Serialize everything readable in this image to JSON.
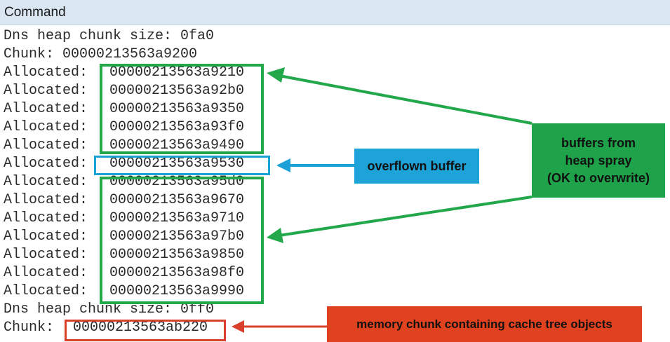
{
  "window": {
    "title": "Command"
  },
  "console": {
    "lines": [
      {
        "prefix": "Dns heap chunk size: 0fa0",
        "value": ""
      },
      {
        "prefix": "Chunk: 00000213563a9200",
        "value": ""
      },
      {
        "prefix": "Allocated:",
        "value": "00000213563a9210"
      },
      {
        "prefix": "Allocated:",
        "value": "00000213563a92b0"
      },
      {
        "prefix": "Allocated:",
        "value": "00000213563a9350"
      },
      {
        "prefix": "Allocated:",
        "value": "00000213563a93f0"
      },
      {
        "prefix": "Allocated:",
        "value": "00000213563a9490"
      },
      {
        "prefix": "Allocated:",
        "value": "00000213563a9530"
      },
      {
        "prefix": "Allocated:",
        "value": "00000213563a95d0"
      },
      {
        "prefix": "Allocated:",
        "value": "00000213563a9670"
      },
      {
        "prefix": "Allocated:",
        "value": "00000213563a9710"
      },
      {
        "prefix": "Allocated:",
        "value": "00000213563a97b0"
      },
      {
        "prefix": "Allocated:",
        "value": "00000213563a9850"
      },
      {
        "prefix": "Allocated:",
        "value": "00000213563a98f0"
      },
      {
        "prefix": "Allocated:",
        "value": "00000213563a9990"
      },
      {
        "prefix": "Dns heap chunk size: 0ff0",
        "value": ""
      },
      {
        "prefix": "Chunk:",
        "value": "00000213563ab220"
      }
    ]
  },
  "annotations": {
    "heap_spray": {
      "line1": "buffers from",
      "line2": "heap spray",
      "line3": "(OK to overwrite)",
      "color": "#1fa34a"
    },
    "overflown": {
      "text": "overflown buffer",
      "color": "#1ea3d8"
    },
    "cache_tree": {
      "text": "memory chunk containing cache tree objects",
      "color": "#e0421f"
    }
  }
}
